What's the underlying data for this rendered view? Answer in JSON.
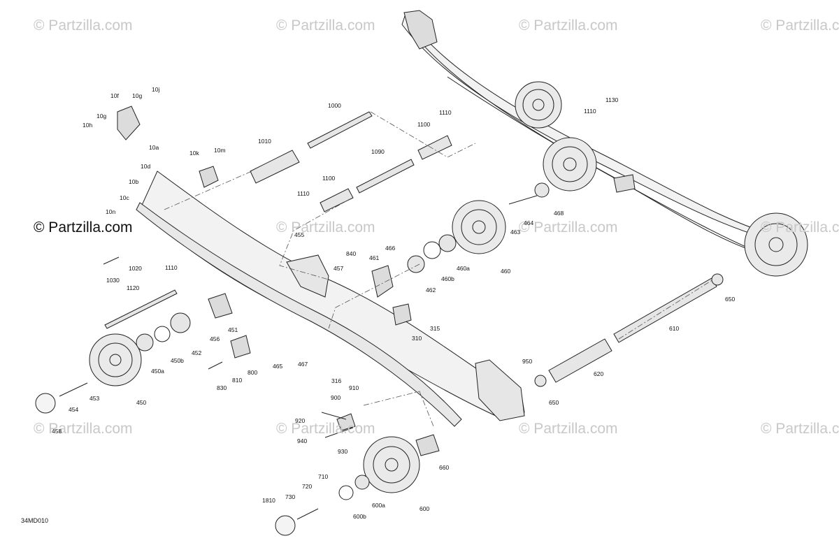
{
  "watermark": "© Partzilla.com",
  "watermark_dark": "© Partzilla.com",
  "diagram_code": "34MD010",
  "labels": {
    "l1130": "1130",
    "l1110a": "1110",
    "l1000": "1000",
    "l1110b": "1110",
    "l1100a": "1100",
    "l10f": "10f",
    "l10g": "10g",
    "l10j": "10j",
    "l10h": "10h",
    "l10gb": "10g",
    "l10a": "10a",
    "l10k": "10k",
    "l10m": "10m",
    "l1010": "1010",
    "l1090": "1090",
    "l10d": "10d",
    "l10b": "10b",
    "l10c": "10c",
    "l10n": "10n",
    "l1100b": "1100",
    "l1110c": "1110",
    "l464": "464",
    "l468": "468",
    "l463": "463",
    "l455": "455",
    "l840": "840",
    "l457": "457",
    "l466": "466",
    "l461": "461",
    "l460": "460",
    "l460a": "460a",
    "l460b": "460b",
    "l462": "462",
    "l1020": "1020",
    "l1030": "1030",
    "l1110d": "1110",
    "l1120": "1120",
    "l451": "451",
    "l456": "456",
    "l452": "452",
    "l450b": "450b",
    "l450a": "450a",
    "l450": "450",
    "l453": "453",
    "l454": "454",
    "l458": "458",
    "l315": "315",
    "l310": "310",
    "l465": "465",
    "l467": "467",
    "l800": "800",
    "l810": "810",
    "l830": "830",
    "l316": "316",
    "l910": "910",
    "l900": "900",
    "l920": "920",
    "l940": "940",
    "l930": "930",
    "l950": "950",
    "l650a": "650",
    "l610": "610",
    "l620": "620",
    "l650b": "650",
    "l660": "660",
    "l600": "600",
    "l600a": "600a",
    "l600b": "600b",
    "l710": "710",
    "l720": "720",
    "l730": "730",
    "l1810": "1810"
  }
}
